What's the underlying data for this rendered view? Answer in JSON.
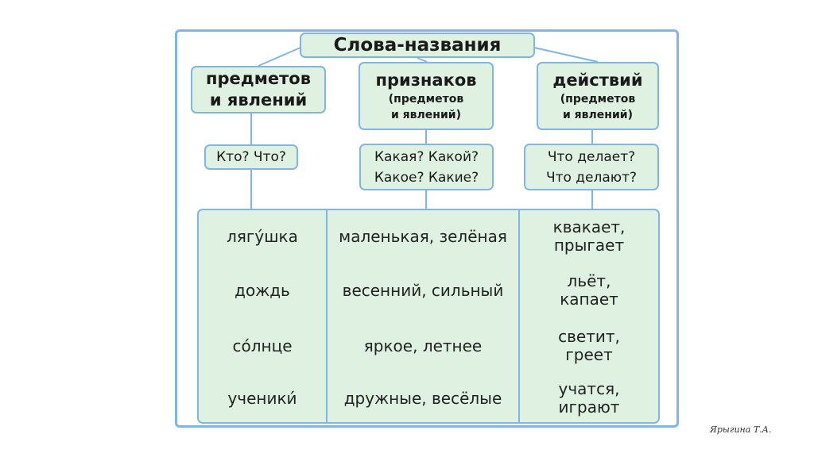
{
  "title": "Слова-названия",
  "categories": [
    {
      "title_line1": "предметов",
      "title_line2": "и явлений",
      "sub_line1": "",
      "sub_line2": ""
    },
    {
      "title_line1": "признаков",
      "title_line2": "",
      "sub_line1": "(предметов",
      "sub_line2": "и явлений)"
    },
    {
      "title_line1": "действий",
      "title_line2": "",
      "sub_line1": "(предметов",
      "sub_line2": "и явлений)"
    }
  ],
  "questions": [
    {
      "line1": "Кто? Что?",
      "line2": ""
    },
    {
      "line1": "Какая? Какой?",
      "line2": "Какое? Какие?"
    },
    {
      "line1": "Что делает?",
      "line2": "Что делают?"
    }
  ],
  "rows": [
    {
      "noun": "лягу́шка",
      "adj": "маленькая, зелёная",
      "verb1": "квакает,",
      "verb2": "прыгает"
    },
    {
      "noun": "дождь",
      "adj": "весенний, сильный",
      "verb1": "льёт,",
      "verb2": "капает"
    },
    {
      "noun": "со́лнце",
      "adj": "яркое, летнее",
      "verb1": "светит,",
      "verb2": "греет"
    },
    {
      "noun": "ученики́",
      "adj": "дружные, весёлые",
      "verb1": "учатся,",
      "verb2": "играют"
    }
  ],
  "author": "Ярыгина Т.А.",
  "colors": {
    "border": "#7fb6e6",
    "fill": "#dff2e2"
  }
}
